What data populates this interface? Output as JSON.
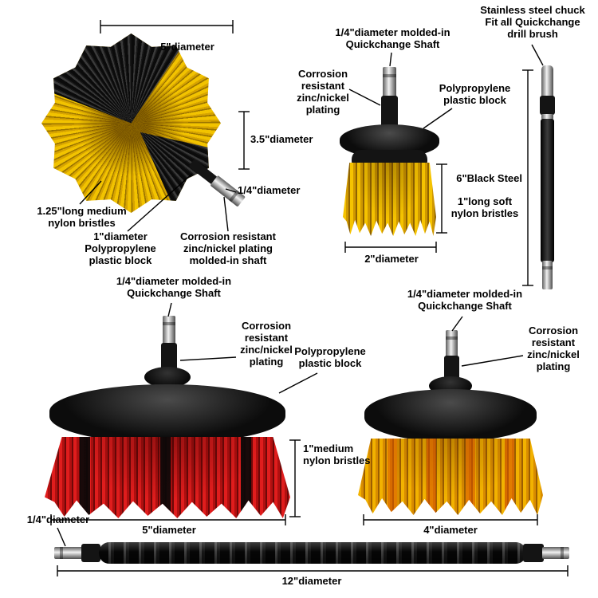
{
  "colors": {
    "yellow": "#f5c300",
    "orange": "#d88c00",
    "red": "#d81f1f",
    "black": "#141414",
    "silver": "#f1f1f1"
  },
  "ball_brush": {
    "dia_5": "5\"diameter",
    "dia_3_5": "3.5\"diameter",
    "dia_quarter": "1/4\"diameter",
    "bristles": "1.25\"long medium\nnylon bristles",
    "block": "1\"diameter\nPolypropylene\nplastic block",
    "shaft_note": "Corrosion resistant\nzinc/nickel plating\nmolded-in shaft"
  },
  "brush_2in": {
    "shaft_title": "1/4\"diameter molded-in\nQuickchange Shaft",
    "plating": "Corrosion\nresistant\nzinc/nickel\nplating",
    "block": "Polypropylene\nplastic block",
    "bristles": "1\"long soft\nnylon bristles",
    "diameter": "2\"diameter"
  },
  "extension_rod": {
    "title": "Stainless steel chuck\nFit all Quickchange\ndrill brush",
    "length": "6\"Black Steel"
  },
  "brush_5in": {
    "shaft_title": "1/4\"diameter molded-in\nQuickchange Shaft",
    "plating": "Corrosion\nresistant\nzinc/nickel\nplating",
    "block": "Polypropylene\nplastic block",
    "bristles": "1\"medium\nnylon bristles",
    "diameter": "5\"diameter"
  },
  "brush_4in": {
    "shaft_title": "1/4\"diameter molded-in\nQuickchange Shaft",
    "plating": "Corrosion\nresistant\nzinc/nickel\nplating",
    "diameter": "4\"diameter"
  },
  "flex_shaft": {
    "dia_quarter": "1/4\"diameter",
    "length": "12\"diameter"
  }
}
